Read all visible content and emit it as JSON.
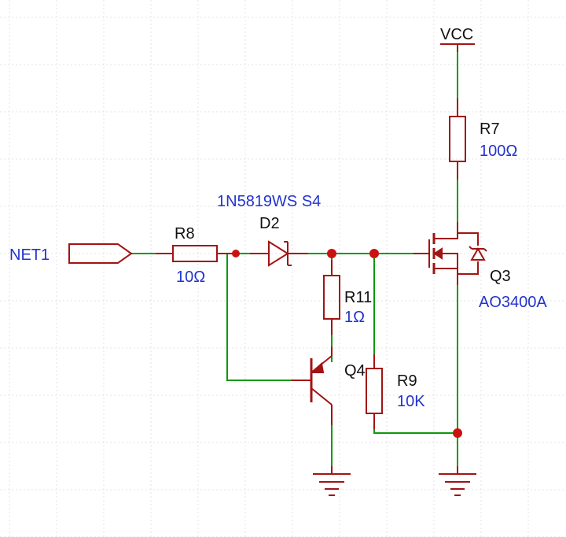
{
  "colors": {
    "background": "#ffffff",
    "grid": "#e3e3e3",
    "wire": "#0c9a0c",
    "component": "#a11414",
    "junction": "#cc1111",
    "name_text": "#111111",
    "value_text": "#2233cc"
  },
  "labels": {
    "vcc": "VCC",
    "net1": "NET1",
    "r8_name": "R8",
    "r8_value": "10Ω",
    "d2_part": "1N5819WS S4",
    "d2_name": "D2",
    "r11_name": "R11",
    "r11_value": "1Ω",
    "q4_name": "Q4",
    "r9_name": "R9",
    "r9_value": "10K",
    "r7_name": "R7",
    "r7_value": "100Ω",
    "q3_name": "Q3",
    "q3_value": "AO3400A"
  }
}
